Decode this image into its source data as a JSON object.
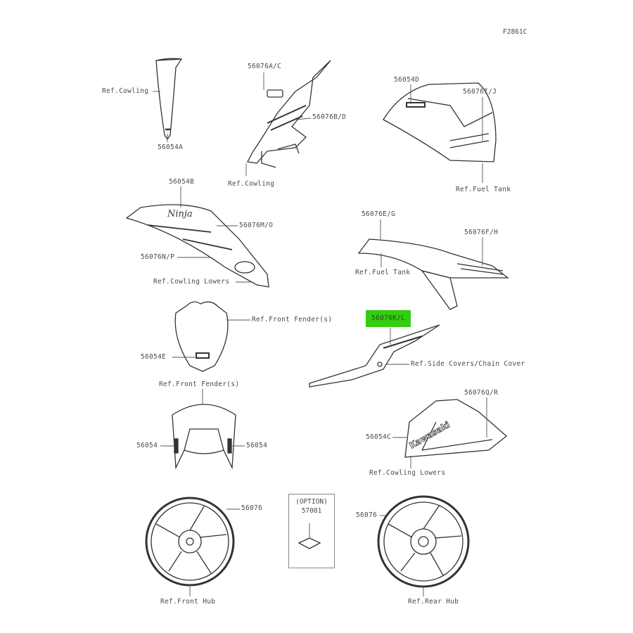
{
  "diagram_code": "F2861C",
  "highlight_color": "#33cc11",
  "labels": {
    "ref_cowling_1": "Ref.Cowling",
    "p56054A": "56054A",
    "p56076AC": "56076A/C",
    "p56076BD": "56076B/D",
    "ref_cowling_2": "Ref.Cowling",
    "p56054D": "56054D",
    "p56076IJ": "56076I/J",
    "ref_fuel_tank_1": "Ref.Fuel Tank",
    "p56054B": "56054B",
    "p56076MO": "56076M/O",
    "p56076NP": "56076N/P",
    "ref_cowling_lowers_1": "Ref.Cowling Lowers",
    "p56076EG": "56076E/G",
    "p56076FH": "56076F/H",
    "ref_fuel_tank_2": "Ref.Fuel Tank",
    "ref_front_fender_1": "Ref.Front Fender(s)",
    "p56076KL": "56076K/L",
    "ref_side_covers": "Ref.Side Covers/Chain Cover",
    "p56054E": "56054E",
    "ref_front_fender_2": "Ref.Front Fender(s)",
    "p56054_left": "56054",
    "p56054_right": "56054",
    "p56076QR": "56076Q/R",
    "p56054C": "56054C",
    "ref_cowling_lowers_2": "Ref.Cowling Lowers",
    "p56076_front": "56076",
    "p56076_rear": "56076",
    "ref_front_hub": "Ref.Front Hub",
    "ref_rear_hub": "Ref.Rear Hub"
  },
  "option_box": {
    "title": "(OPTION)",
    "part": "57001"
  },
  "decal_text": {
    "ninja": "Ninja",
    "kawasaki": "Kawasaki"
  }
}
